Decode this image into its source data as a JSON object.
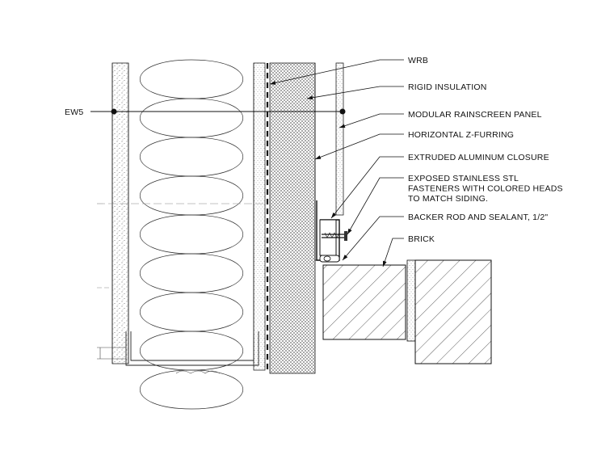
{
  "section_marker": {
    "label": "EW5"
  },
  "callouts": [
    {
      "id": "wrb",
      "lines": [
        "WRB"
      ]
    },
    {
      "id": "rigid-insulation",
      "lines": [
        "RIGID INSULATION"
      ]
    },
    {
      "id": "rainscreen-panel",
      "lines": [
        "MODULAR RAINSCREEN PANEL"
      ]
    },
    {
      "id": "z-furring",
      "lines": [
        "HORIZONTAL Z-FURRING"
      ]
    },
    {
      "id": "aluminum-closure",
      "lines": [
        "EXTRUDED ALUMINUM CLOSURE"
      ]
    },
    {
      "id": "fasteners",
      "lines": [
        "EXPOSED STAINLESS STL",
        "FASTENERS WITH COLORED HEADS",
        "TO MATCH SIDING."
      ]
    },
    {
      "id": "backer-rod",
      "lines": [
        "BACKER ROD AND SEALANT, 1/2\""
      ]
    },
    {
      "id": "brick",
      "lines": [
        "BRICK"
      ]
    }
  ]
}
